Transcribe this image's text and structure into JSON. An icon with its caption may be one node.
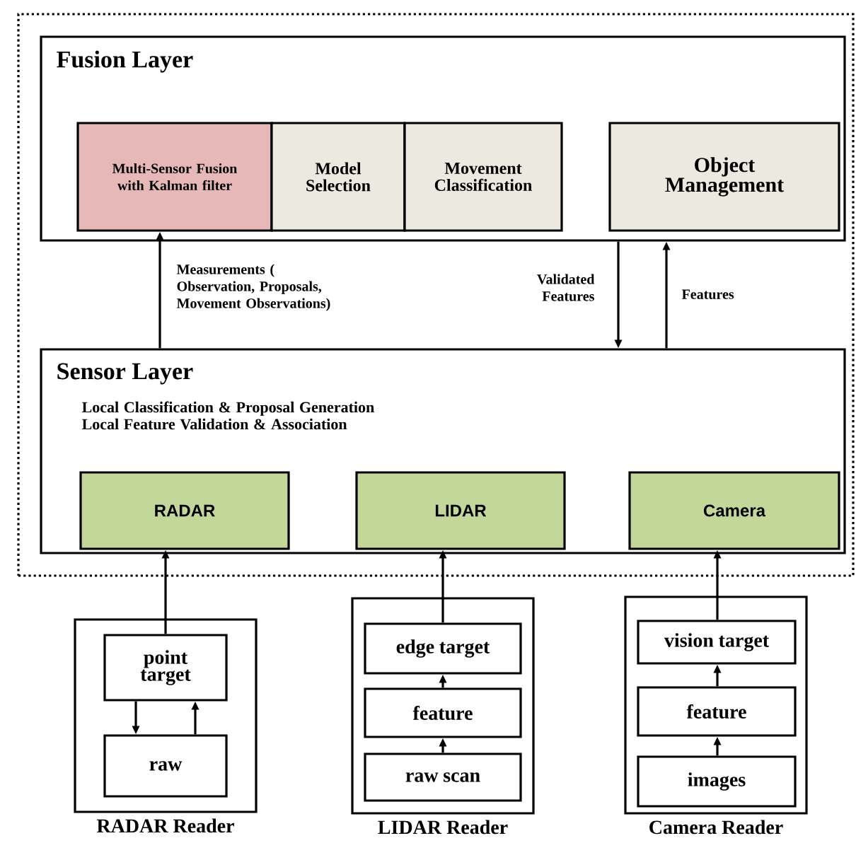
{
  "diagram": {
    "nodes": [
      {
        "text": [],
        "shape": "box"
      },
      {
        "text": [
          "Fusion Layer"
        ],
        "in": 0
      },
      {
        "text": [
          "Multi-Sensor Fusion with Kalman filter"
        ],
        "in": 1
      },
      {
        "text": [
          "Model Selection"
        ],
        "in": 1
      },
      {
        "text": [
          "Movement Classification"
        ],
        "in": 1
      },
      {
        "text": [
          "Object Management"
        ],
        "in": 1
      },
      {
        "text": [
          "Sensor Layer",
          "Local Classification & Proposal Generation Local Feature Validation & Association"
        ],
        "in": 0
      },
      {
        "text": [
          "RADAR"
        ],
        "in": 6
      },
      {
        "text": [
          "LIDAR"
        ],
        "in": 6
      },
      {
        "text": [
          "Camera"
        ],
        "in": 6
      },
      {
        "text": [
          "RADAR Reader"
        ]
      },
      {
        "text": [
          "point target"
        ],
        "in": 10
      },
      {
        "text": [
          "raw"
        ],
        "in": 10
      },
      {
        "text": [
          "LIDAR Reader"
        ]
      },
      {
        "text": [
          "edge target"
        ],
        "in": 13
      },
      {
        "text": [
          "feature"
        ],
        "in": 13
      },
      {
        "text": [
          "raw scan"
        ],
        "in": 13
      },
      {
        "text": [
          "Camera Reader"
        ]
      },
      {
        "text": [
          "vision target"
        ],
        "in": 17
      },
      {
        "text": [
          "feature"
        ],
        "in": 17
      },
      {
        "text": [
          "images"
        ],
        "in": 17
      }
    ],
    "edges": [
      {
        "from": 6,
        "to": 2,
        "arrow": "to",
        "label": "Measurements ( Observation, Proposals, Movement Observations)"
      },
      {
        "from": 1,
        "to": 6,
        "arrow": "to",
        "label": "Validated Features"
      },
      {
        "from": 6,
        "to": 1,
        "arrow": "to",
        "label": "Features"
      },
      {
        "from": 11,
        "to": 7,
        "arrow": "to"
      },
      {
        "from": 14,
        "to": 8,
        "arrow": "to"
      },
      {
        "from": 18,
        "to": 9,
        "arrow": "to"
      },
      {
        "from": 11,
        "to": 12,
        "arrow": "to"
      },
      {
        "from": 12,
        "to": 11,
        "arrow": "to"
      },
      {
        "from": 16,
        "to": 15,
        "arrow": "to"
      },
      {
        "from": 15,
        "to": 14,
        "arrow": "to"
      },
      {
        "from": 20,
        "to": 19,
        "arrow": "to"
      },
      {
        "from": 19,
        "to": 18,
        "arrow": "to"
      }
    ]
  }
}
